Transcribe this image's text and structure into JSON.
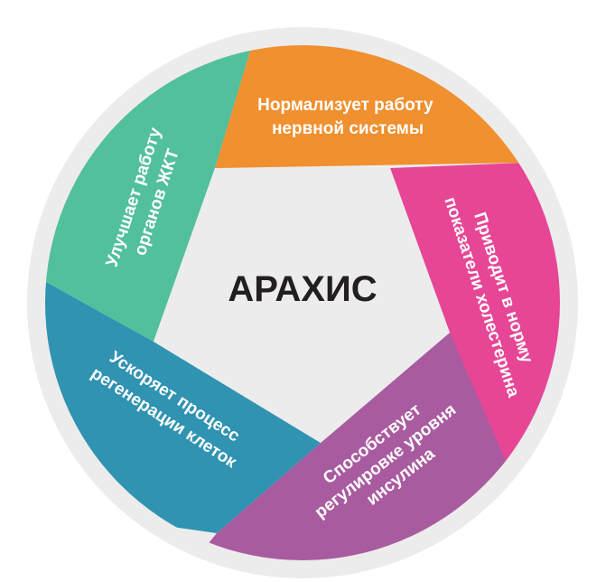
{
  "center": {
    "label": "АРАХИС"
  },
  "colors": {
    "ring": "#ececec",
    "center": "#ececec",
    "center_text": "#231f20",
    "segment_text": "#ffffff"
  },
  "segments": [
    {
      "key": "nerves",
      "color": "#f0902f",
      "lines": [
        "Нормализует работу",
        "нервной системы"
      ]
    },
    {
      "key": "cholesterol",
      "color": "#e64695",
      "lines": [
        "Приводит в норму",
        "показатели холестерина"
      ]
    },
    {
      "key": "insulin",
      "color": "#a95b9f",
      "lines": [
        "Способствует",
        "регулировке уровня",
        "инсулина"
      ]
    },
    {
      "key": "cells",
      "color": "#2f93b1",
      "lines": [
        "Ускоряет процесс",
        "регенерации клеток"
      ]
    },
    {
      "key": "digestion",
      "color": "#52bf9d",
      "lines": [
        "Улучшает работу",
        "органов ЖКТ"
      ]
    }
  ]
}
